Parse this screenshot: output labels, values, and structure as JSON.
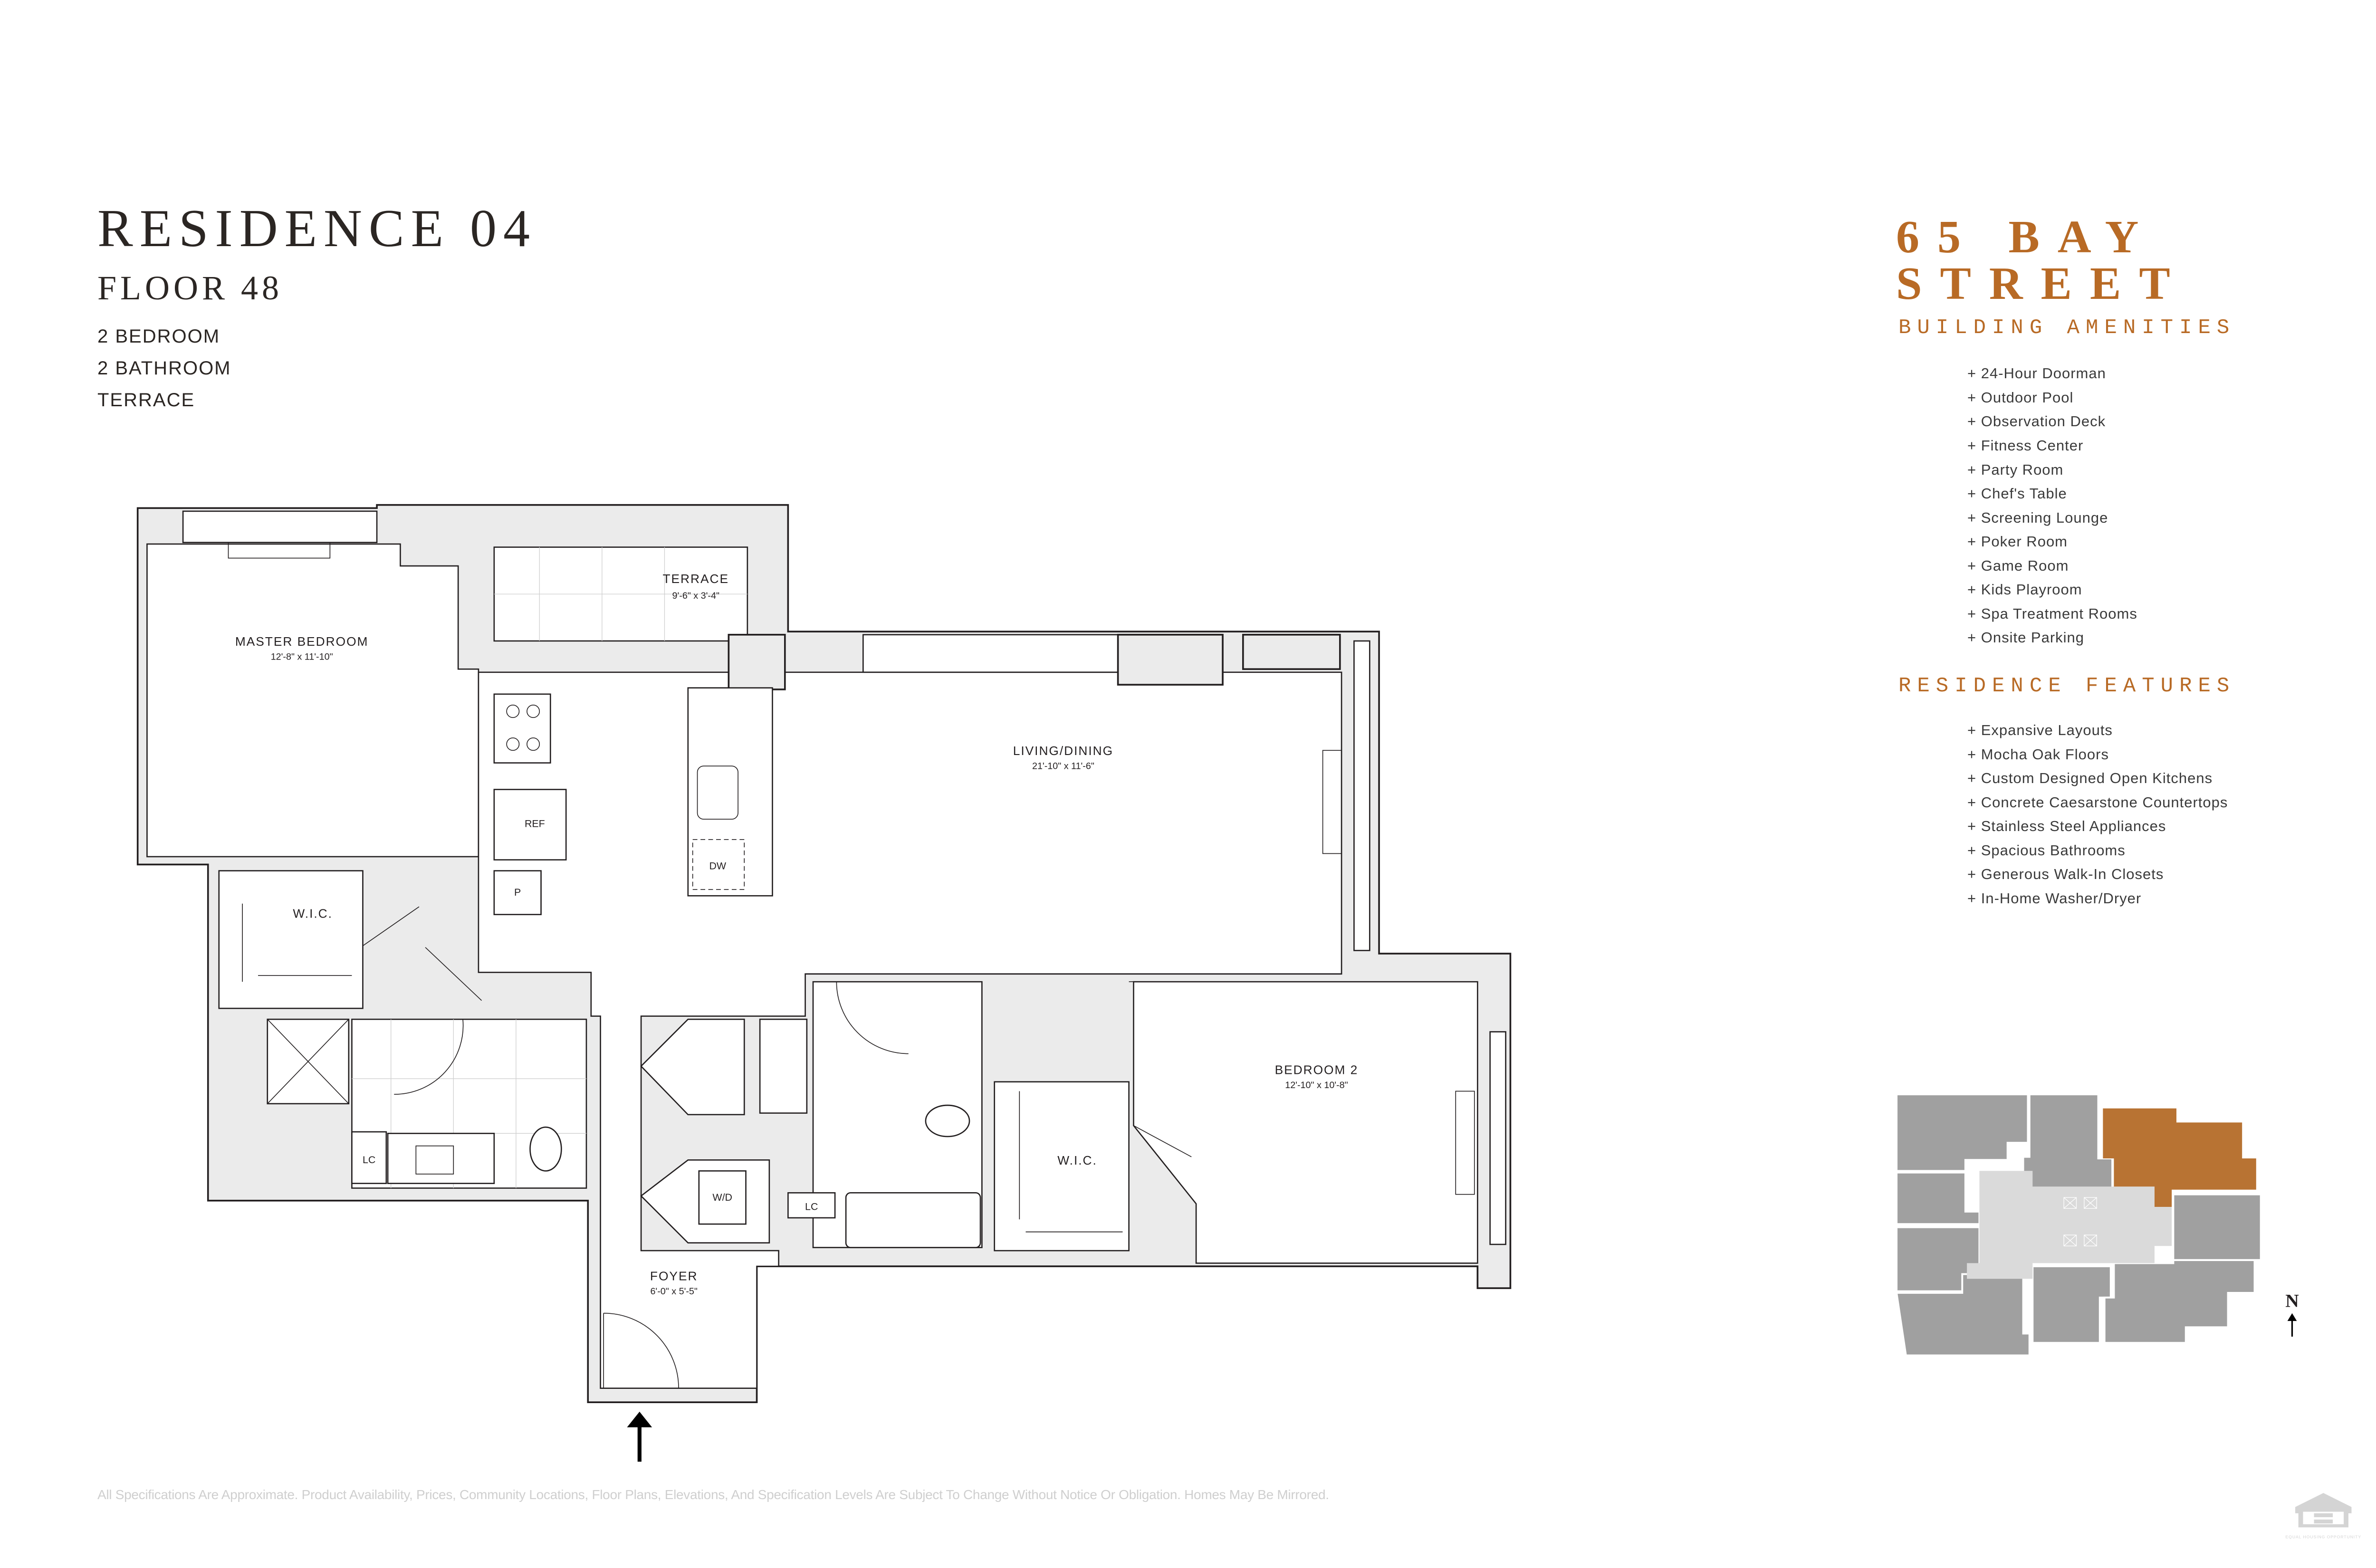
{
  "header": {
    "title": "RESIDENCE 04",
    "floor": "FLOOR 48",
    "specs": [
      "2 BEDROOM",
      "2 BATHROOM",
      "TERRACE"
    ]
  },
  "building": {
    "name": "65 BAY STREET"
  },
  "amenities": {
    "heading": "BUILDING AMENITIES",
    "items": [
      "+ 24-Hour Doorman",
      "+ Outdoor Pool",
      "+ Observation Deck",
      "+ Fitness Center",
      "+ Party Room",
      "+ Chef's Table",
      "+ Screening Lounge",
      "+ Poker Room",
      "+ Game Room",
      "+ Kids Playroom",
      "+ Spa Treatment Rooms",
      "+ Onsite Parking"
    ]
  },
  "features": {
    "heading": "RESIDENCE FEATURES",
    "items": [
      "+ Expansive Layouts",
      "+ Mocha Oak Floors",
      "+ Custom Designed Open Kitchens",
      "+ Concrete Caesarstone Countertops",
      "+ Stainless Steel Appliances",
      "+ Spacious Bathrooms",
      "+ Generous Walk-In Closets",
      "+ In-Home Washer/Dryer"
    ]
  },
  "plan": {
    "rooms": {
      "master": {
        "name": "MASTER BEDROOM",
        "dims": "12'-8\" x 11'-10\""
      },
      "terrace": {
        "name": "TERRACE",
        "dims": "9'-6\" x 3'-4\""
      },
      "living": {
        "name": "LIVING/DINING",
        "dims": "21'-10\" x 11'-6\""
      },
      "bedroom2": {
        "name": "BEDROOM 2",
        "dims": "12'-10\" x 10'-8\""
      },
      "foyer": {
        "name": "FOYER",
        "dims": "6'-0\" x 5'-5\""
      }
    },
    "fixtures": {
      "ref": "REF",
      "pantry": "P",
      "dw": "DW",
      "wd": "W/D",
      "lc": "LC",
      "wic": "W.I.C."
    }
  },
  "keyplan": {
    "north": "N",
    "highlight_color": "#b87333",
    "unit_color": "#a0a0a0",
    "core_color": "#dadada"
  },
  "disclaimer": "All Specifications Are Approximate. Product Availability, Prices, Community Locations, Floor Plans, Elevations, And Specification Levels Are Subject To Change Without Notice Or Obligation. Homes May Be Mirrored.",
  "logo": {
    "text": "EQUAL HOUSING OPPORTUNITY"
  },
  "colors": {
    "accent": "#b86a25",
    "text": "#231f20",
    "wall_fill": "#ebebeb"
  }
}
